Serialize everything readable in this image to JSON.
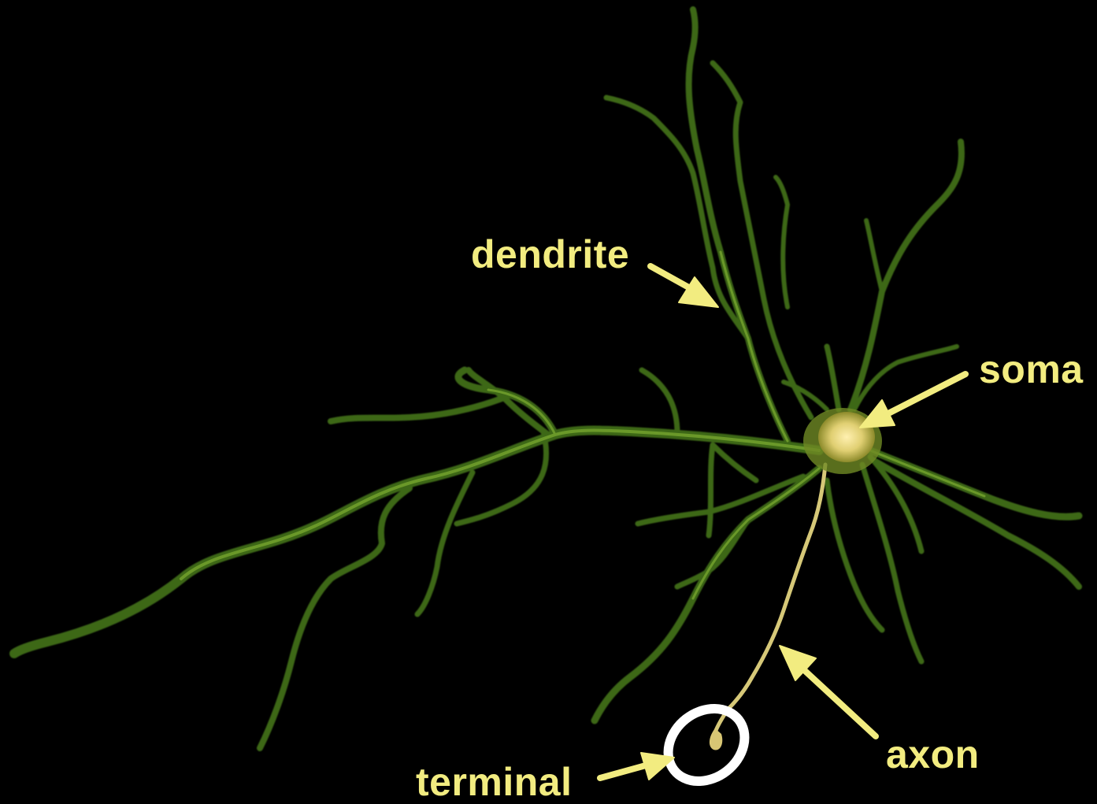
{
  "labels": {
    "dendrite": "dendrite",
    "soma": "soma",
    "axon": "axon",
    "terminal": "terminal"
  },
  "colors": {
    "background": "#000000",
    "dendrite": "#3f6a1a",
    "dendrite_highlight": "#6e9a2a",
    "soma": "#e8d77c",
    "axon": "#d9c97a",
    "label": "#f2ec80",
    "arrow": "#f2ec80",
    "terminal_ring": "#ffffff"
  }
}
